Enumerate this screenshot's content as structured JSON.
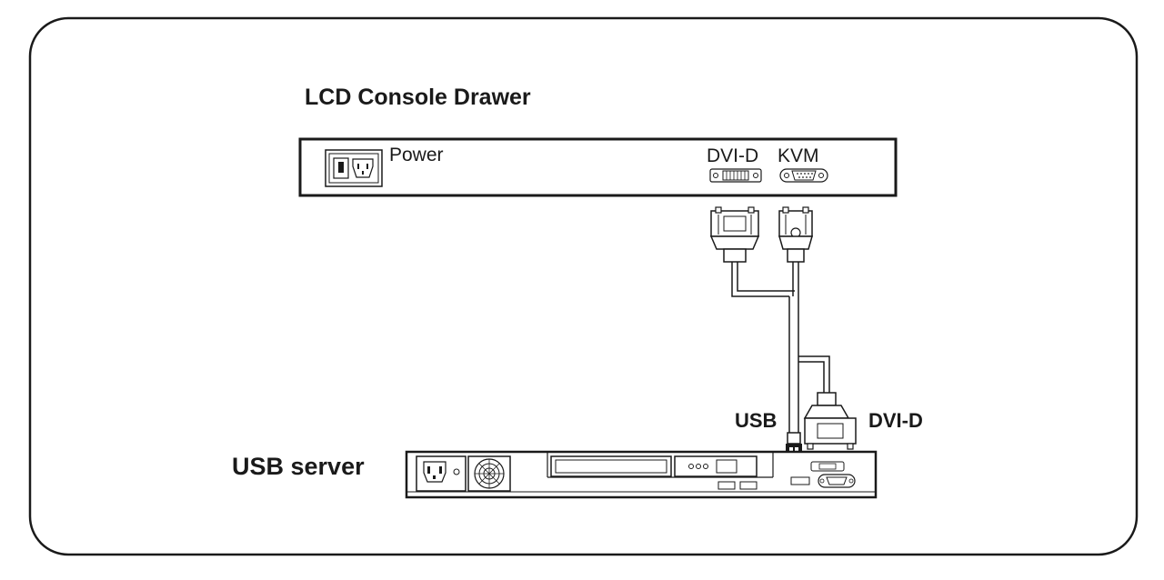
{
  "drawer": {
    "title": "LCD Console Drawer",
    "power_label": "Power",
    "dvi_label": "DVI-D",
    "kvm_label": "KVM"
  },
  "server": {
    "label": "USB server",
    "usb_label": "USB",
    "dvi_label": "DVI-D"
  },
  "colors": {
    "line": "#1a1a1a",
    "background": "#ffffff"
  }
}
